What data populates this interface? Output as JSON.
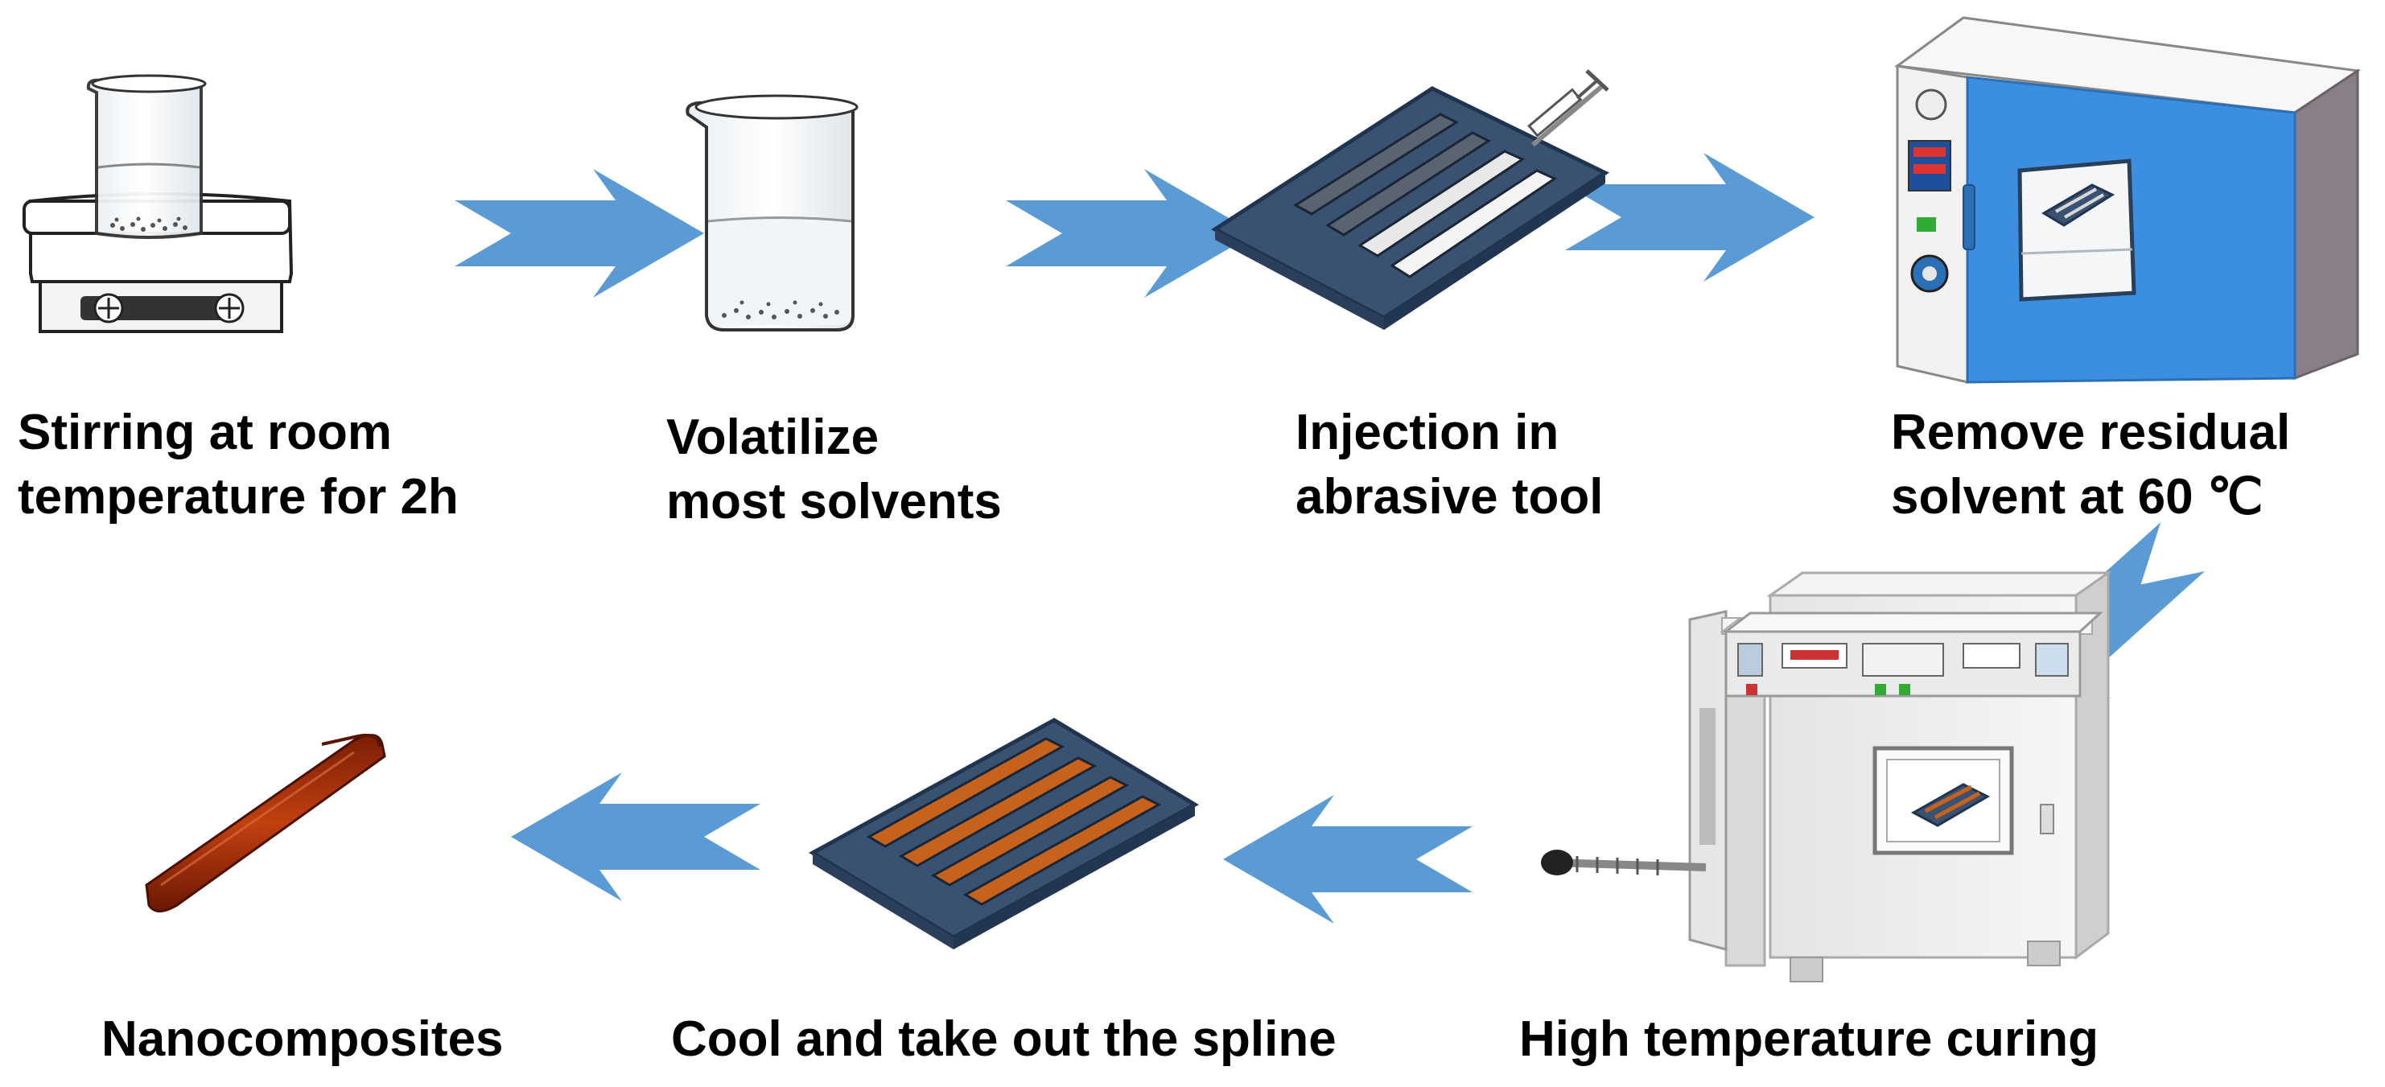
{
  "colors": {
    "arrow": "#5b9bd5",
    "tray": "#3a5272",
    "tray_edge": "#20344f",
    "oven_blue": "#3c8fe0",
    "oven_side": "#8a7f88",
    "composite": "#b4360e",
    "strip_orange": "#c7621c",
    "text": "#000000"
  },
  "steps": [
    {
      "id": "stir",
      "lines": [
        "Stirring at room",
        "temperature for 2h"
      ]
    },
    {
      "id": "volatilize",
      "lines": [
        "Volatilize",
        "most solvents"
      ]
    },
    {
      "id": "inject",
      "lines": [
        "Injection in",
        "abrasive tool"
      ]
    },
    {
      "id": "dry",
      "lines": [
        "Remove residual",
        "solvent at 60 ℃"
      ]
    },
    {
      "id": "cure",
      "lines": [
        "High temperature curing"
      ]
    },
    {
      "id": "cool",
      "lines": [
        "Cool and take out the spline"
      ]
    },
    {
      "id": "product",
      "lines": [
        "Nanocomposites"
      ]
    }
  ],
  "icons": {
    "stir": "magnetic-stirrer-beaker-icon",
    "volatilize": "beaker-with-sediment-icon",
    "inject": "mold-tray-with-syringe-icon",
    "dry": "vacuum-drying-oven-icon",
    "cure": "muffle-furnace-icon",
    "cool": "mold-tray-with-cured-splines-icon",
    "product": "nanocomposite-bar-icon"
  }
}
